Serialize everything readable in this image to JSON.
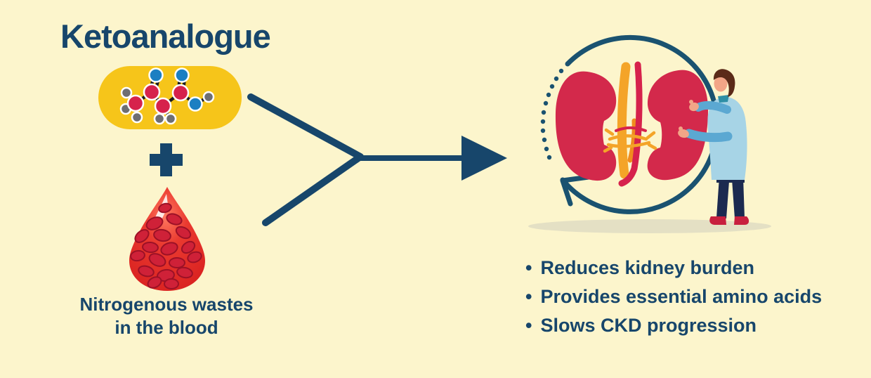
{
  "title": "Ketoanalogue",
  "blood_drop": {
    "label_line1": "Nitrogenous wastes",
    "label_line2": "in the blood"
  },
  "benefits": {
    "bullet": "•",
    "items": [
      "Reduces kidney burden",
      "Provides essential amino acids",
      "Slows CKD progression"
    ]
  },
  "icons": {
    "capsule": "capsule-icon",
    "molecule": "molecule-icon",
    "plus": "plus-icon",
    "blood_drop": "blood-drop-icon",
    "merge_arrow": "merge-arrow-icon",
    "kidneys": "kidneys-icon",
    "renal_vessels": "renal-vessels-icon",
    "cycle_arrow": "cycle-arrow-icon",
    "doctor": "doctor-figure-icon"
  },
  "colors": {
    "background": "#FCF5CC",
    "text_navy": "#17466B",
    "capsule_yellow": "#F6C51A",
    "atom_red": "#D6224C",
    "atom_blue": "#1C7FC2",
    "atom_gray": "#6E6E72",
    "blood_red": "#E6332E",
    "blood_cell_red": "#CF2138",
    "kidney_red": "#D3294B",
    "vessel_orange": "#F4A428",
    "arc_navy": "#1A5270",
    "doctor_coat": "#A7D4E6",
    "doctor_sleeve": "#5BA8D2",
    "skin": "#F2A587",
    "hair_brown": "#5B2A18",
    "pants_navy": "#1C2A50",
    "shoe_red": "#C8203E",
    "shadow": "#E4E0C4"
  }
}
